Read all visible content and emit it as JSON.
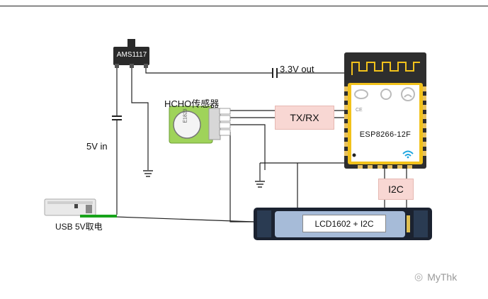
{
  "regulator": {
    "label": "AMS1117"
  },
  "labels": {
    "out_3v3": "3.3V out",
    "in_5v": "5V in",
    "usb": "USB 5V取电",
    "hcho": "HCHO传感器",
    "txrx": "TX/RX",
    "i2c": "I2C",
    "lcd": "LCD1602 + I2C"
  },
  "esp": {
    "label": "ESP8266-12F",
    "ce_mark": "CE"
  },
  "sensor": {
    "chip_text": "E1823"
  },
  "watermark": {
    "text": "MyThk"
  },
  "colors": {
    "wire": "#222222",
    "box_fill": "#f8d7d3",
    "box_border": "#e6b8b2",
    "esp_body": "#2e2e2e",
    "esp_shield": "#f2c21b",
    "sensor_board": "#9fd35a",
    "lcd_frame": "#1b2230",
    "lcd_screen": "#a6bbd8",
    "usb_green": "#17a31a"
  }
}
